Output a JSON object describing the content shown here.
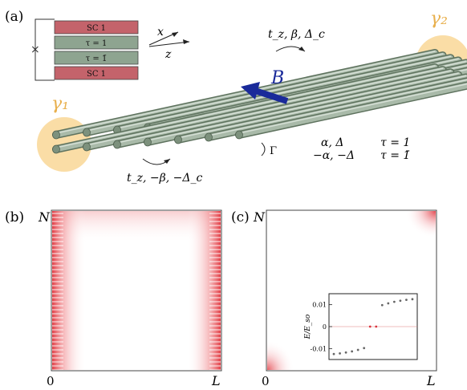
{
  "panel_a": {
    "tag": "(a)",
    "stack": [
      "SC 1",
      "τ = 1",
      "τ = 1̄",
      "SC 1"
    ],
    "stack_colors": [
      "#c4636b",
      "#8ea490",
      "#8ea490",
      "#c4636b"
    ],
    "axis_x": "x",
    "axis_z": "z",
    "top_hopping": "t_z, β, Δ_c",
    "bottom_hopping": "t_z, −β, −Δ_c",
    "field": "B",
    "gamma": "Γ",
    "gamma_1": "γ₁",
    "gamma_2": "γ₂",
    "onsite_1": "α, Δ",
    "onsite_2": "−α, −Δ",
    "tau_1": "τ = 1",
    "tau_2": "τ = 1̄",
    "colors": {
      "wire": "#9fb09f",
      "wire_dark": "#6f826f",
      "majorana": "#f5c15c",
      "field": "#1a2a9a"
    }
  },
  "panel_b": {
    "tag": "(b)",
    "y_top": "N",
    "x_left": "0",
    "x_right": "L",
    "color": "#d9343d"
  },
  "panel_c": {
    "tag": "(c)",
    "y_top": "N",
    "x_left": "0",
    "x_right": "L",
    "inset": {
      "ylabel": "E/E_so",
      "yticks": [
        "0.01",
        "0",
        "-0.01"
      ],
      "ylim": [
        -0.015,
        0.015
      ],
      "points": [
        {
          "x": 1,
          "y": -0.0125,
          "c": "gray"
        },
        {
          "x": 2,
          "y": -0.0122,
          "c": "gray"
        },
        {
          "x": 3,
          "y": -0.0118,
          "c": "gray"
        },
        {
          "x": 4,
          "y": -0.0113,
          "c": "gray"
        },
        {
          "x": 5,
          "y": -0.0106,
          "c": "gray"
        },
        {
          "x": 6,
          "y": -0.0098,
          "c": "gray"
        },
        {
          "x": 7,
          "y": 0.0,
          "c": "red"
        },
        {
          "x": 8,
          "y": 0.0,
          "c": "red"
        },
        {
          "x": 9,
          "y": 0.0098,
          "c": "gray"
        },
        {
          "x": 10,
          "y": 0.0106,
          "c": "gray"
        },
        {
          "x": 11,
          "y": 0.0113,
          "c": "gray"
        },
        {
          "x": 12,
          "y": 0.0118,
          "c": "gray"
        },
        {
          "x": 13,
          "y": 0.0122,
          "c": "gray"
        },
        {
          "x": 14,
          "y": 0.0125,
          "c": "gray"
        }
      ]
    }
  }
}
